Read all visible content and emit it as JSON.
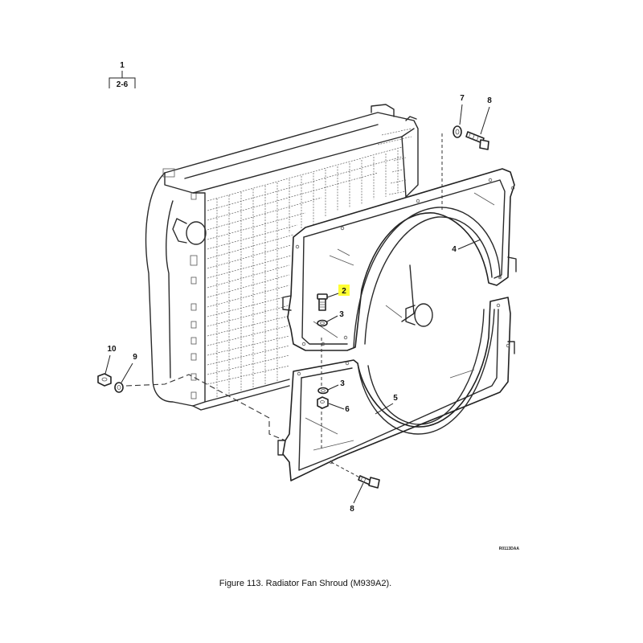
{
  "reference": {
    "top": "1",
    "bottom": "2-6"
  },
  "callouts": {
    "c2": "2",
    "c3a": "3",
    "c3b": "3",
    "c4": "4",
    "c5": "5",
    "c6": "6",
    "c7": "7",
    "c8a": "8",
    "c8b": "8",
    "c9": "9",
    "c10": "10"
  },
  "highlight_color": "#ffff33",
  "drawing_code": "R0113DAA",
  "caption": "Figure  113.   Radiator Fan Shroud (M939A2)."
}
